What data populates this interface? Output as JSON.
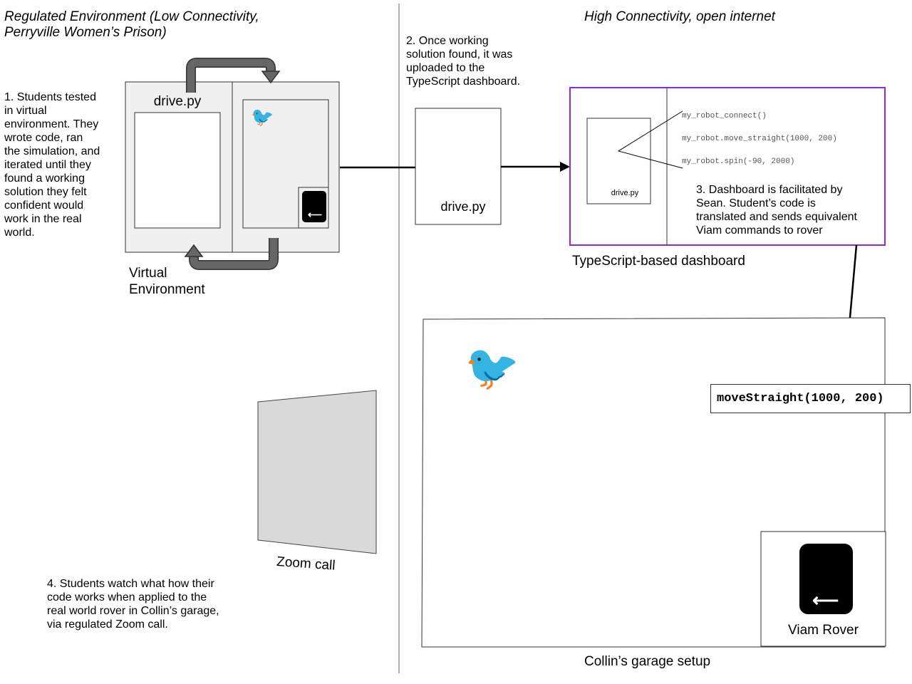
{
  "headers": {
    "regulated": "Regulated Environment (Low Connectivity,\nPerryville Women’s Prison)",
    "high": "High Connectivity, open internet"
  },
  "steps": {
    "step1": "1. Students tested\nin virtual\nenvironment. They\nwrote code, ran\nthe simulation, and\niterated until they\nfound a working\nsolution they felt\nconfident would\nwork in the real\nworld.",
    "step2": "2. Once working\nsolution found, it was\nuploaded to the\nTypeScript dashboard.",
    "step3": "3. Dashboard is facilitated by\nSean. Student’s code is\ntranslated and sends equivalent\nViam commands to rover",
    "step4": "4. Students watch what how their\ncode works when applied to the\nreal world rover in Collin’s garage,\nvia regulated Zoom call."
  },
  "virtual_env": {
    "file_label": "drive.py",
    "caption": "Virtual\nEnvironment"
  },
  "uploaded_file": {
    "label": "drive.py"
  },
  "dashboard": {
    "file_label": "drive.py",
    "code_lines": [
      "my_robot_connect()",
      "my_robot.move_straight(1000, 200)",
      "my_robot.spin(-90, 2000)"
    ],
    "caption": "TypeScript-based dashboard",
    "border_color": "#8a2be2"
  },
  "command_label": "moveStraight(1000, 200)",
  "zoom": {
    "caption": "Zoom call"
  },
  "garage": {
    "caption": "Collin’s garage setup",
    "rover_label": "Viam Rover"
  },
  "icons": {
    "bird": "bird-icon",
    "rover": "rover-icon",
    "arrow": "left-arrow-icon"
  }
}
